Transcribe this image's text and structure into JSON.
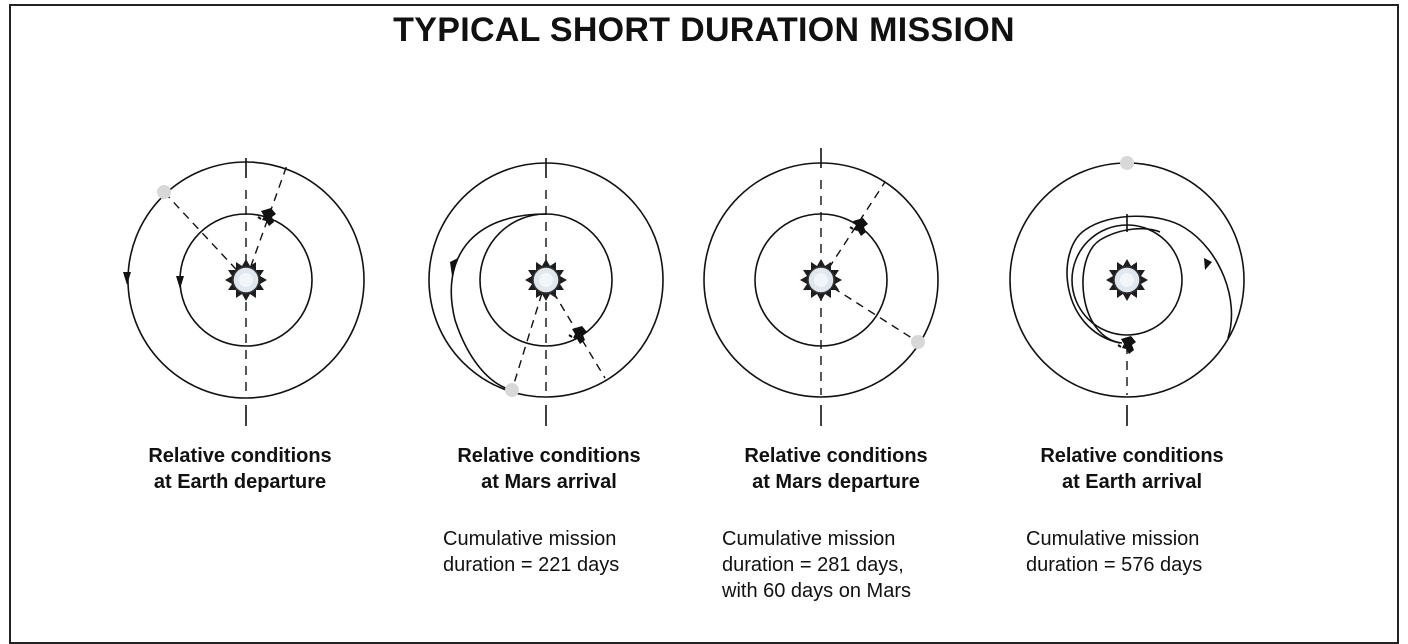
{
  "title": "TYPICAL SHORT DURATION MISSION",
  "panels": [
    {
      "caption_line1": "Relative conditions",
      "caption_line2": "at Earth departure",
      "duration_line1": "",
      "duration_line2": "",
      "duration_line3": ""
    },
    {
      "caption_line1": "Relative conditions",
      "caption_line2": "at Mars arrival",
      "duration_line1": "Cumulative mission",
      "duration_line2": "duration = 221 days",
      "duration_line3": ""
    },
    {
      "caption_line1": "Relative conditions",
      "caption_line2": "at Mars departure",
      "duration_line1": "Cumulative mission",
      "duration_line2": "duration = 281 days,",
      "duration_line3": "with 60 days on Mars"
    },
    {
      "caption_line1": "Relative conditions",
      "caption_line2": "at Earth arrival",
      "duration_line1": "Cumulative mission",
      "duration_line2": "duration = 576 days",
      "duration_line3": ""
    }
  ],
  "icons": {
    "sun": "sun-icon",
    "earth": "earth-icon",
    "mars": "mars-icon",
    "arrow": "arrow-icon"
  },
  "colors": {
    "line": "#111111",
    "sun_fill": "#dfe8ee",
    "mars": "#d8d8d8"
  }
}
